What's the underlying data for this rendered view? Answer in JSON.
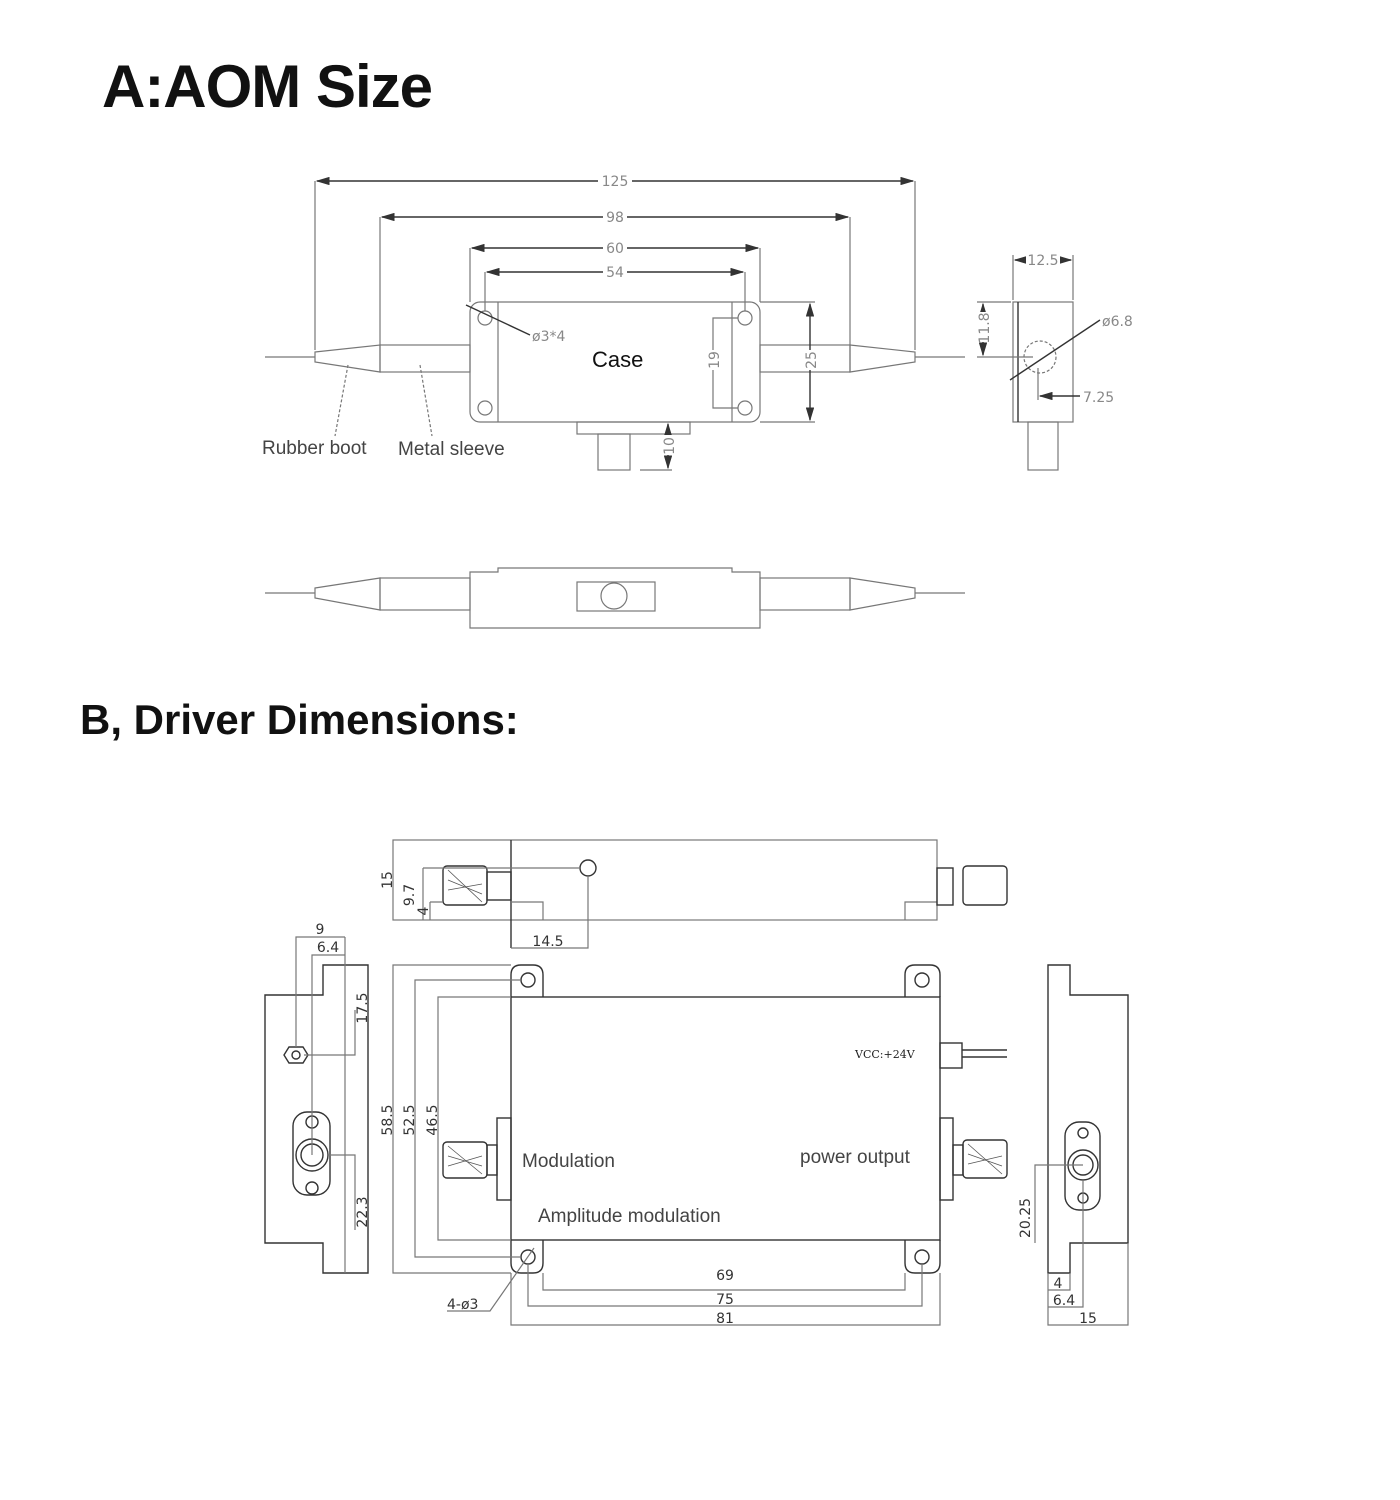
{
  "section_a": {
    "title": "A:AOM Size",
    "labels": {
      "case": "Case",
      "rubber_boot": "Rubber boot",
      "metal_sleeve": "Metal sleeve",
      "holes": "ø3*4"
    },
    "dims": {
      "overall": "125",
      "sleeves": "98",
      "case_length": "60",
      "hole_pitch": "54",
      "case_width": "25",
      "hole_pitch_v": "19",
      "connector_height": "10"
    },
    "end_view": {
      "width": "12.5",
      "height": "11.8",
      "aperture": "ø6.8",
      "offset": "7.25"
    }
  },
  "section_b": {
    "title": "B, Driver Dimensions:",
    "labels": {
      "vcc": "VCC:+24V",
      "modulation": "Modulation",
      "power_output": "power output",
      "amplitude_modulation": "Amplitude modulation",
      "holes": "4-ø3"
    },
    "top_view": {
      "height": "15",
      "conn_height": "9.7",
      "base": "4",
      "hole_offset": "14.5"
    },
    "left_view": {
      "w1": "9",
      "w2": "6.4",
      "h1": "17.5",
      "h2": "22.3"
    },
    "main_view": {
      "h_outer": "58.5",
      "h_holes": "52.5",
      "h_body": "46.5",
      "w_inner": "69",
      "w_holes": "75",
      "w_outer": "81"
    },
    "right_view": {
      "h": "20.25",
      "w1": "4",
      "w2": "6.4",
      "w3": "15"
    }
  }
}
